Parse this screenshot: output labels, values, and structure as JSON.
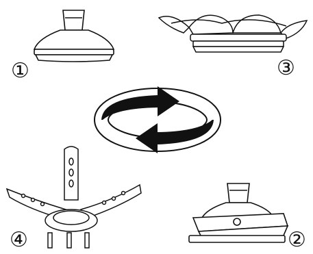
{
  "steps": [
    {
      "number": "①",
      "illustration": "closed-base-icon"
    },
    {
      "number": "②",
      "illustration": "clamp-base-icon"
    },
    {
      "number": "③",
      "illustration": "open-petals-icon"
    },
    {
      "number": "④",
      "illustration": "arm-frame-icon"
    }
  ],
  "cycle": {
    "icon": "circular-arrows-icon",
    "color": "#000000"
  },
  "colors": {
    "line": "#111111",
    "fill": "#ffffff",
    "shade": "#e8e8e8"
  }
}
